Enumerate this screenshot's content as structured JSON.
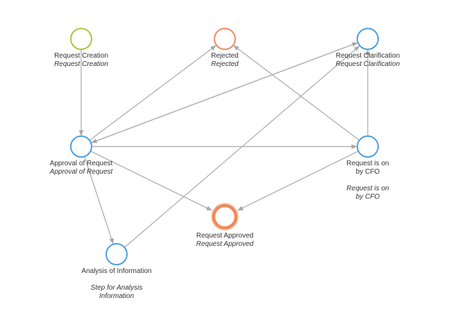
{
  "nodes": {
    "request_creation": {
      "title": "Request Creation",
      "subtitle": "Request Creation",
      "color": "#a6c93b"
    },
    "rejected": {
      "title": "Rejected",
      "subtitle": "Rejected",
      "color": "#f08a5d"
    },
    "request_clarification": {
      "title": "Request Clarification",
      "subtitle": "Request Clarification",
      "color": "#4a9fe0"
    },
    "approval_of_request": {
      "title": "Approval of Request",
      "subtitle": "Approval of Request",
      "color": "#4a9fe0"
    },
    "request_on_cfo": {
      "title_line1": "Request is on",
      "title_line2": "by CFO",
      "subtitle_line1": "Request is on",
      "subtitle_line2": "by CFO",
      "color": "#4a9fe0"
    },
    "request_approved": {
      "title": "Request Approved",
      "subtitle": "Request Approved",
      "color": "#f08a5d"
    },
    "analysis_of_information": {
      "title": "Analysis of Information",
      "subtitle_line1": "Step for Analysis",
      "subtitle_line2": "Information",
      "color": "#4a9fe0"
    }
  },
  "edges": [
    {
      "from": "request_creation",
      "to": "approval_of_request"
    },
    {
      "from": "approval_of_request",
      "to": "rejected"
    },
    {
      "from": "approval_of_request",
      "to": "request_clarification"
    },
    {
      "from": "request_clarification",
      "to": "approval_of_request"
    },
    {
      "from": "approval_of_request",
      "to": "request_on_cfo"
    },
    {
      "from": "approval_of_request",
      "to": "request_approved"
    },
    {
      "from": "approval_of_request",
      "to": "analysis_of_information"
    },
    {
      "from": "analysis_of_information",
      "to": "request_clarification"
    },
    {
      "from": "request_on_cfo",
      "to": "rejected"
    },
    {
      "from": "request_on_cfo",
      "to": "request_approved"
    },
    {
      "from": "request_on_cfo",
      "to": "request_clarification"
    }
  ]
}
